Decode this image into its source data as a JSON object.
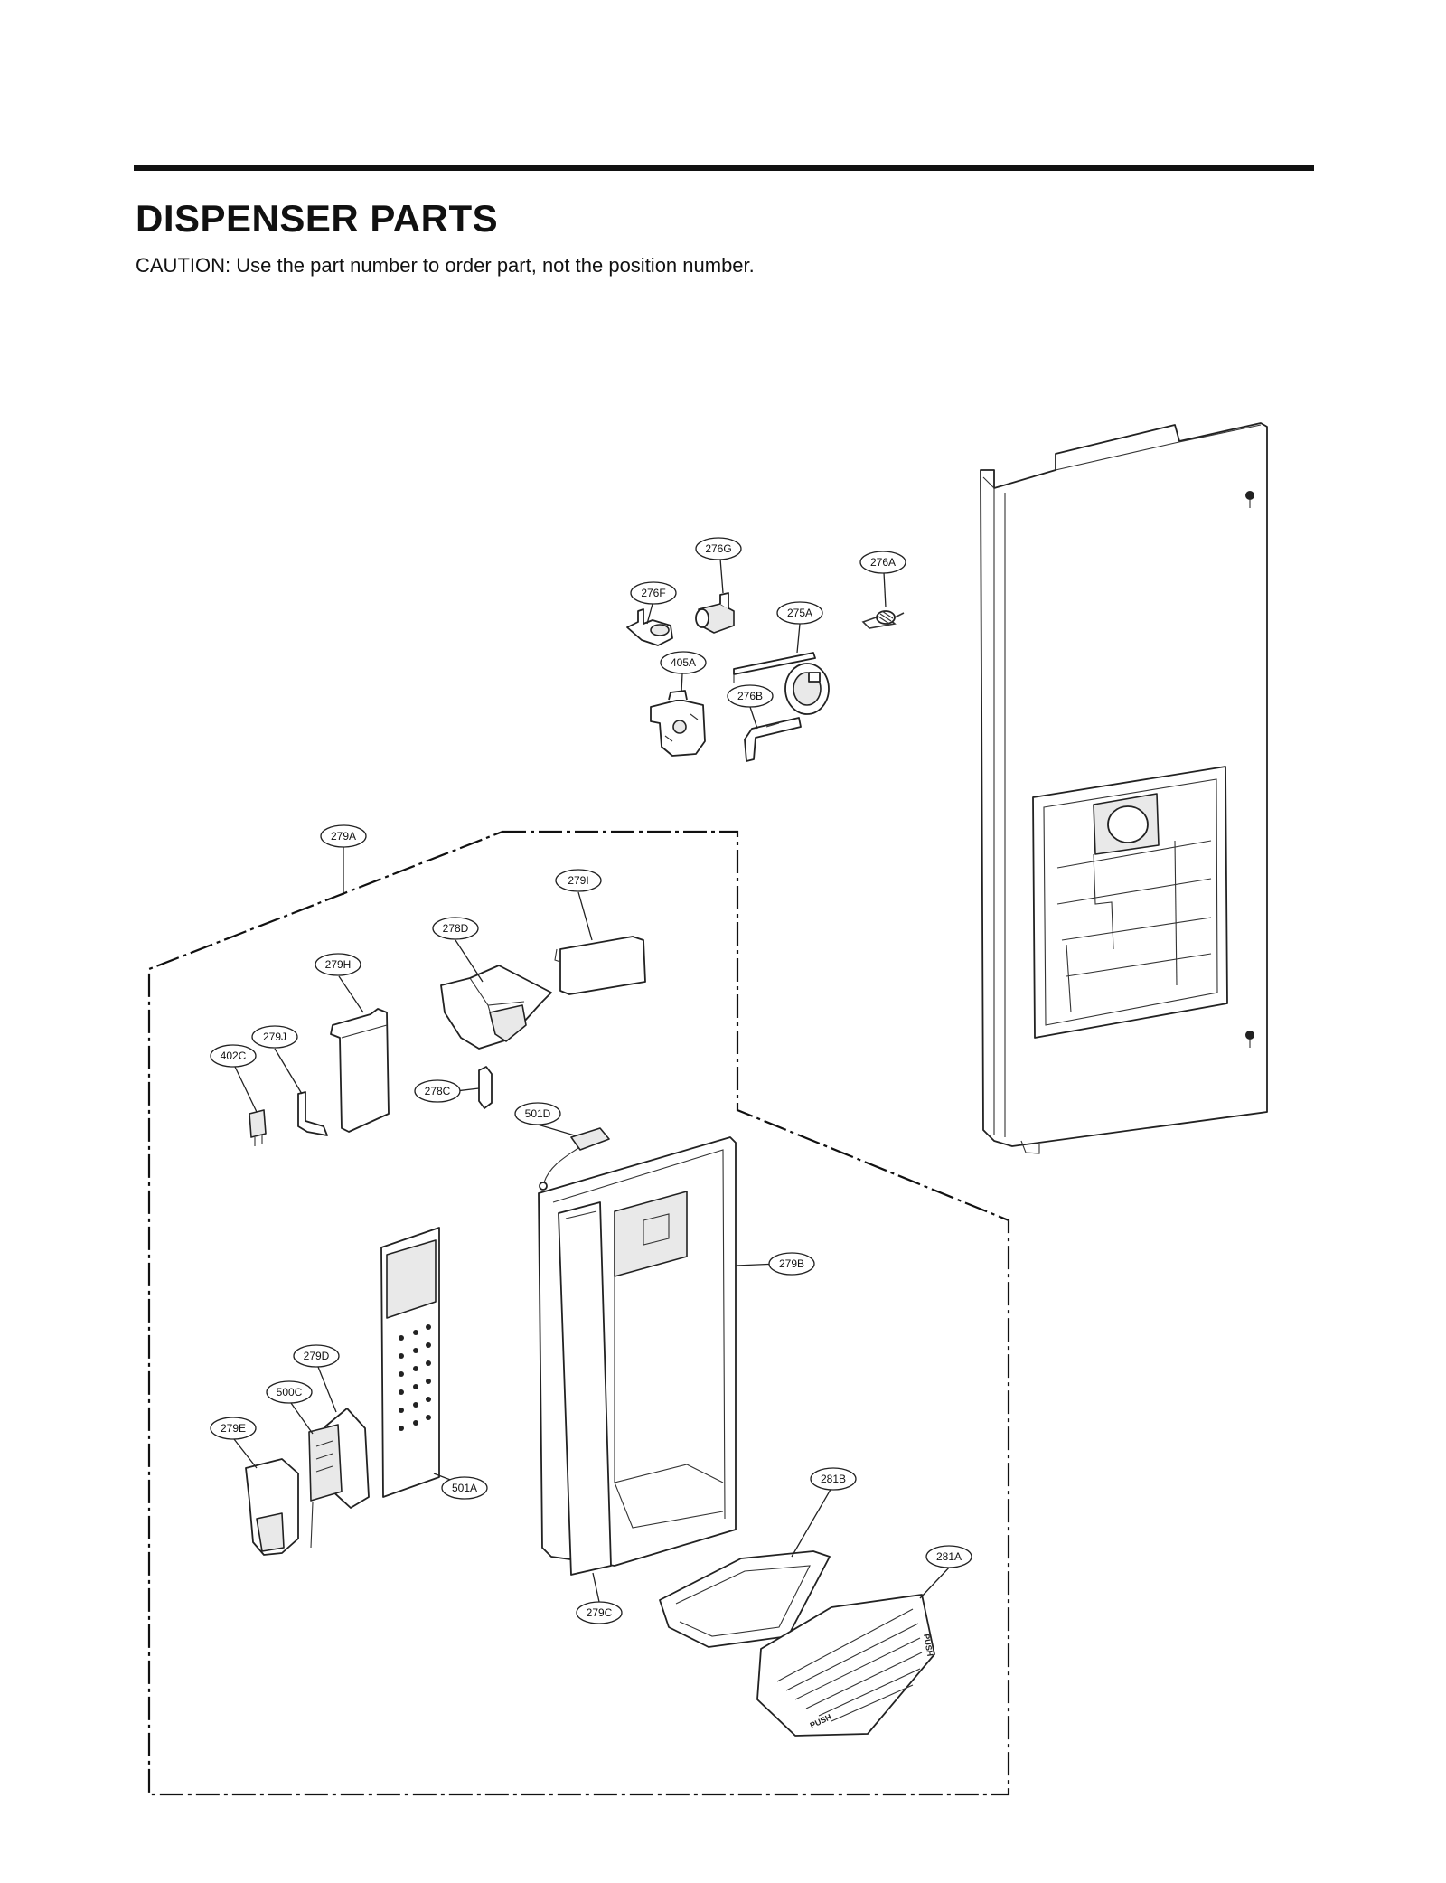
{
  "header": {
    "title": "DISPENSER PARTS",
    "caution": "CAUTION: Use the part number to order part, not the position number."
  },
  "callouts": [
    {
      "id": "c276A",
      "label": "276A"
    },
    {
      "id": "c276G",
      "label": "276G"
    },
    {
      "id": "c276F",
      "label": "276F"
    },
    {
      "id": "c275A",
      "label": "275A"
    },
    {
      "id": "c405A",
      "label": "405A"
    },
    {
      "id": "c276B",
      "label": "276B"
    },
    {
      "id": "c279A",
      "label": "279A"
    },
    {
      "id": "c279I",
      "label": "279I"
    },
    {
      "id": "c278D",
      "label": "278D"
    },
    {
      "id": "c279H",
      "label": "279H"
    },
    {
      "id": "c279J",
      "label": "279J"
    },
    {
      "id": "c402C",
      "label": "402C"
    },
    {
      "id": "c278C",
      "label": "278C"
    },
    {
      "id": "c501D",
      "label": "501D"
    },
    {
      "id": "c279B",
      "label": "279B"
    },
    {
      "id": "c279D",
      "label": "279D"
    },
    {
      "id": "c500C",
      "label": "500C"
    },
    {
      "id": "c279E",
      "label": "279E"
    },
    {
      "id": "c501A",
      "label": "501A"
    },
    {
      "id": "c281B",
      "label": "281B"
    },
    {
      "id": "c281A",
      "label": "281A"
    },
    {
      "id": "c279C",
      "label": "279C"
    }
  ],
  "markings": {
    "push_tray": "PUSH",
    "push_side": "PUSH"
  }
}
